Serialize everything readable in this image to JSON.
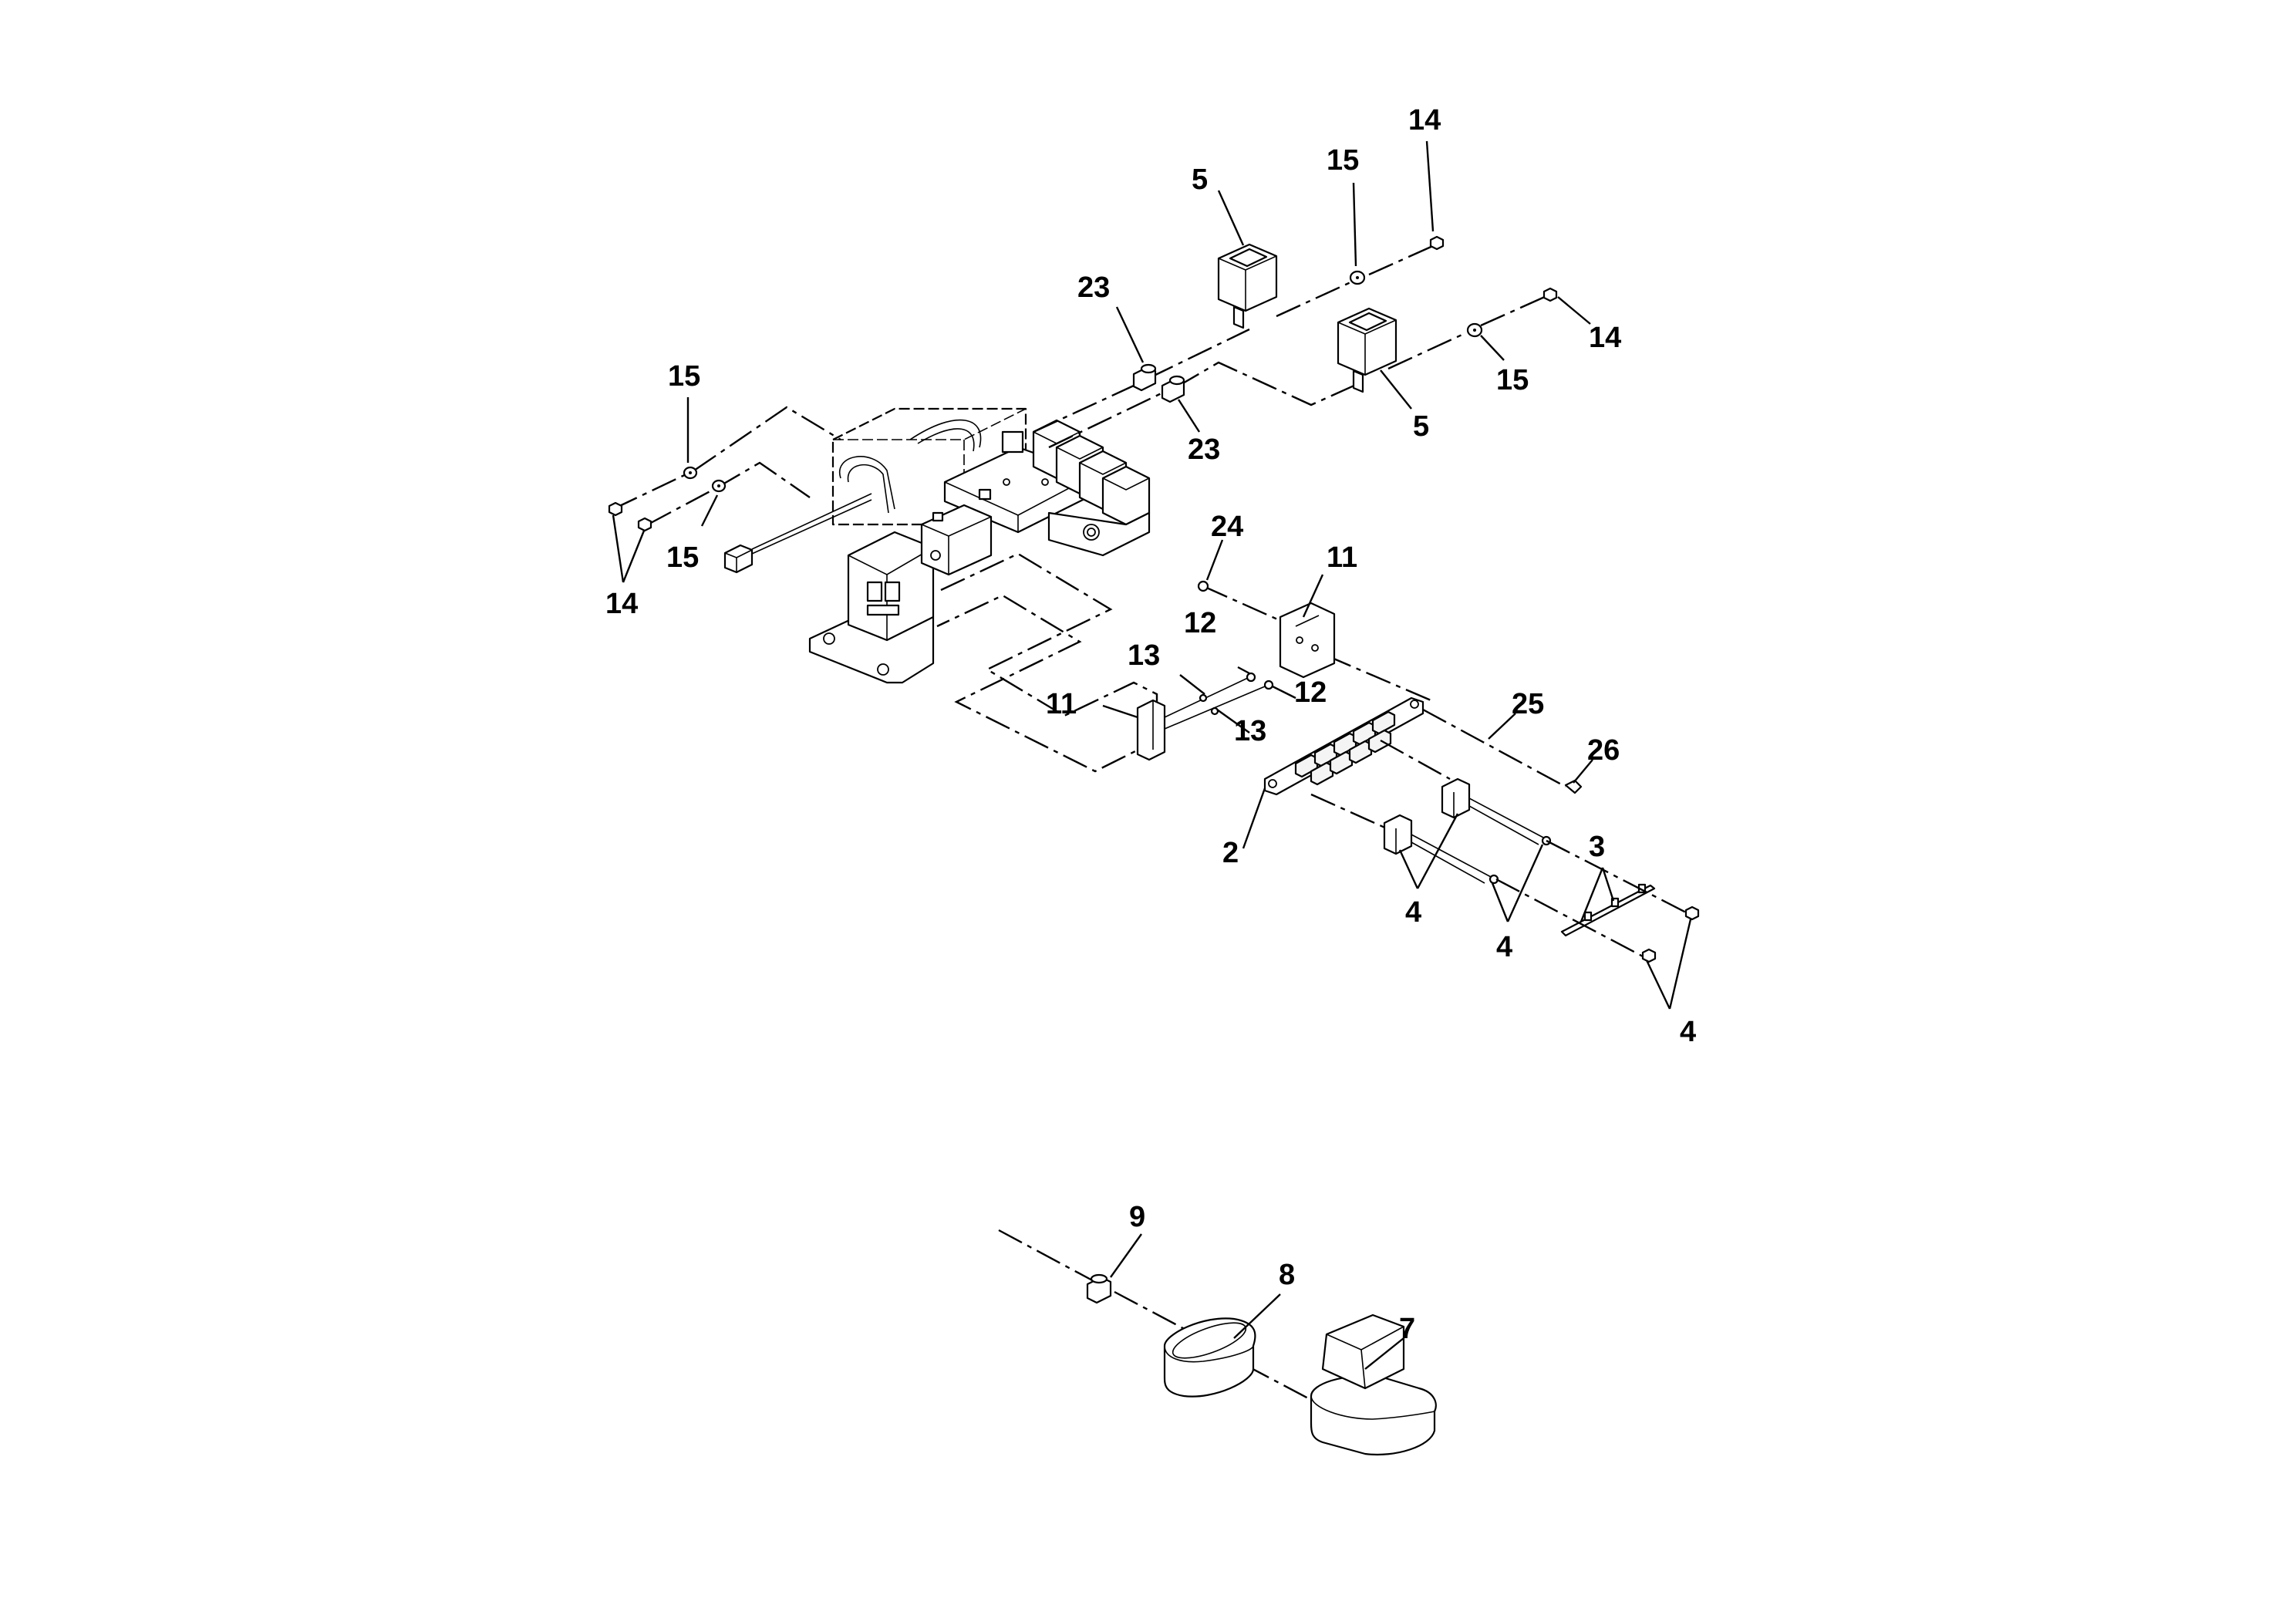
{
  "callouts": {
    "c14_top": "14",
    "c15_top": "15",
    "c5_top": "5",
    "c23_top": "23",
    "c14_right": "14",
    "c15_right": "15",
    "c5_right": "5",
    "c23_mid": "23",
    "c15_left": "15",
    "c15_left2": "15",
    "c14_left": "14",
    "c24": "24",
    "c11_top": "11",
    "c12_a": "12",
    "c12_b": "12",
    "c13_a": "13",
    "c13_b": "13",
    "c11_left": "11",
    "c25": "25",
    "c26": "26",
    "c2": "2",
    "c3": "3",
    "c4_a": "4",
    "c4_b": "4",
    "c4_c": "4",
    "c9": "9",
    "c8": "8",
    "c7": "7"
  },
  "colors": {
    "line": "#000000",
    "background": "#ffffff"
  }
}
